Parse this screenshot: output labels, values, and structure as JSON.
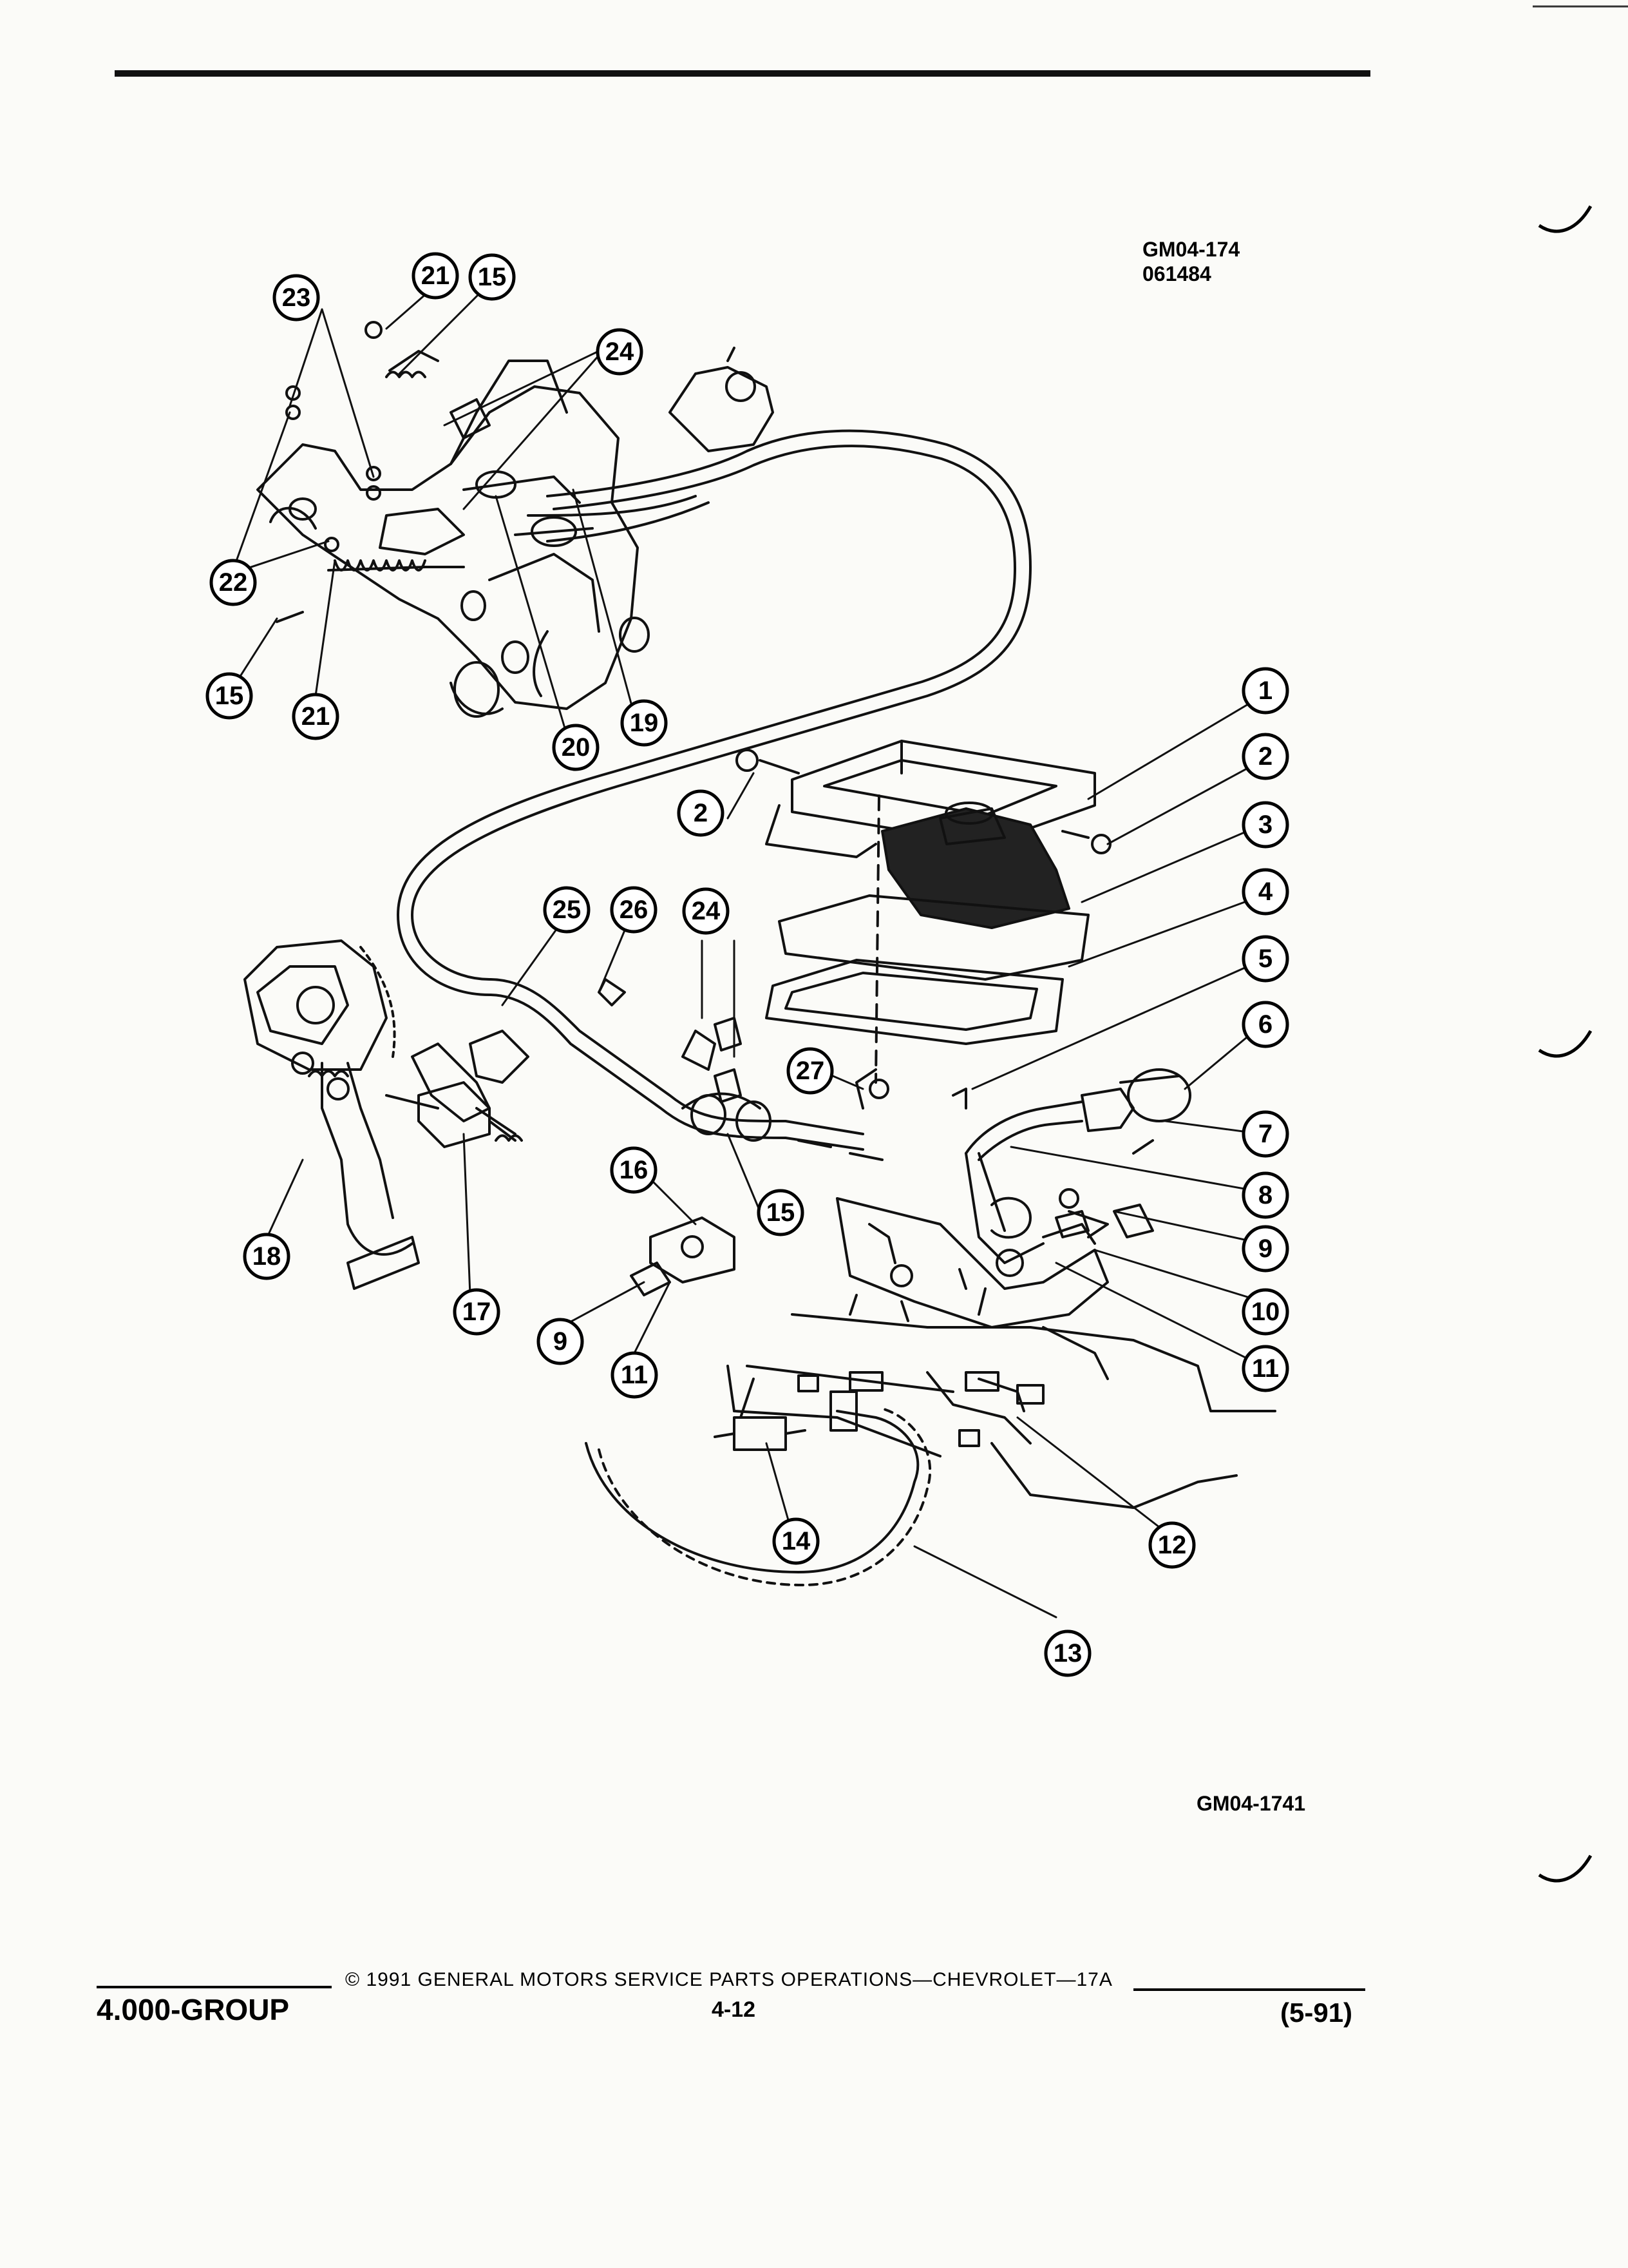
{
  "figure": {
    "code_top_line1": "GM04-174",
    "code_top_line2": "061484",
    "code_bottom": "GM04-1741"
  },
  "callouts": [
    "1",
    "2",
    "2",
    "3",
    "4",
    "5",
    "6",
    "7",
    "8",
    "9",
    "9",
    "10",
    "11",
    "11",
    "12",
    "13",
    "14",
    "15",
    "15",
    "15",
    "16",
    "17",
    "18",
    "19",
    "20",
    "21",
    "21",
    "22",
    "23",
    "24",
    "24",
    "25",
    "26",
    "27"
  ],
  "footer": {
    "group": "4.000-GROUP",
    "copyright": "© 1991 GENERAL MOTORS SERVICE PARTS OPERATIONS—CHEVROLET—17A",
    "page": "4-12",
    "date": "(5-91)"
  }
}
